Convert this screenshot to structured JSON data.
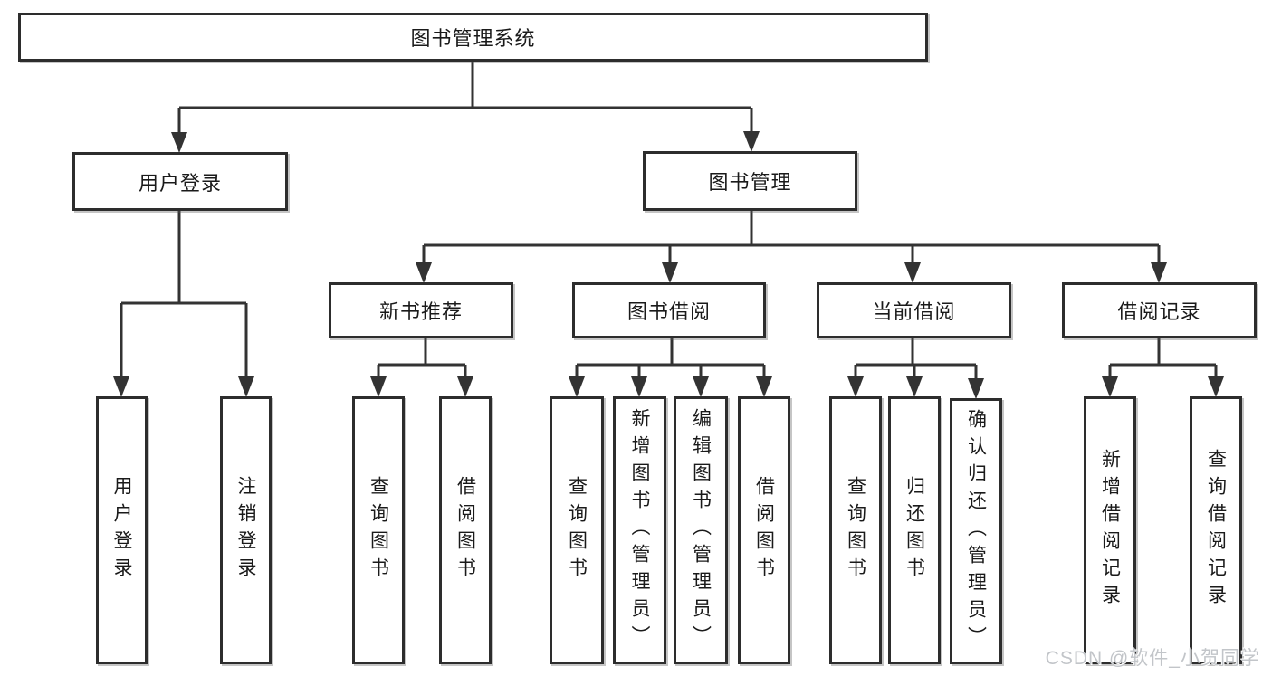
{
  "diagram": {
    "root": "图书管理系统",
    "level2": [
      "用户登录",
      "图书管理"
    ],
    "level3": [
      "新书推荐",
      "图书借阅",
      "当前借阅",
      "借阅记录"
    ],
    "leaves": {
      "login": [
        "用户登录",
        "注销登录"
      ],
      "recommend": [
        "查询图书",
        "借阅图书"
      ],
      "borrow": [
        "查询图书",
        "新增图书（管理员）",
        "编辑图书（管理员）",
        "借阅图书"
      ],
      "current": [
        "查询图书",
        "归还图书",
        "确认归还（管理员）"
      ],
      "records": [
        "新增借阅记录",
        "查询借阅记录"
      ]
    }
  },
  "watermark": "CSDN @软件_小贺同学",
  "colors": {
    "line": "#333333",
    "box_border": "#2d2d2d",
    "text": "#1a1a1a",
    "watermark": "#c2c5c9",
    "background": "#ffffff"
  }
}
